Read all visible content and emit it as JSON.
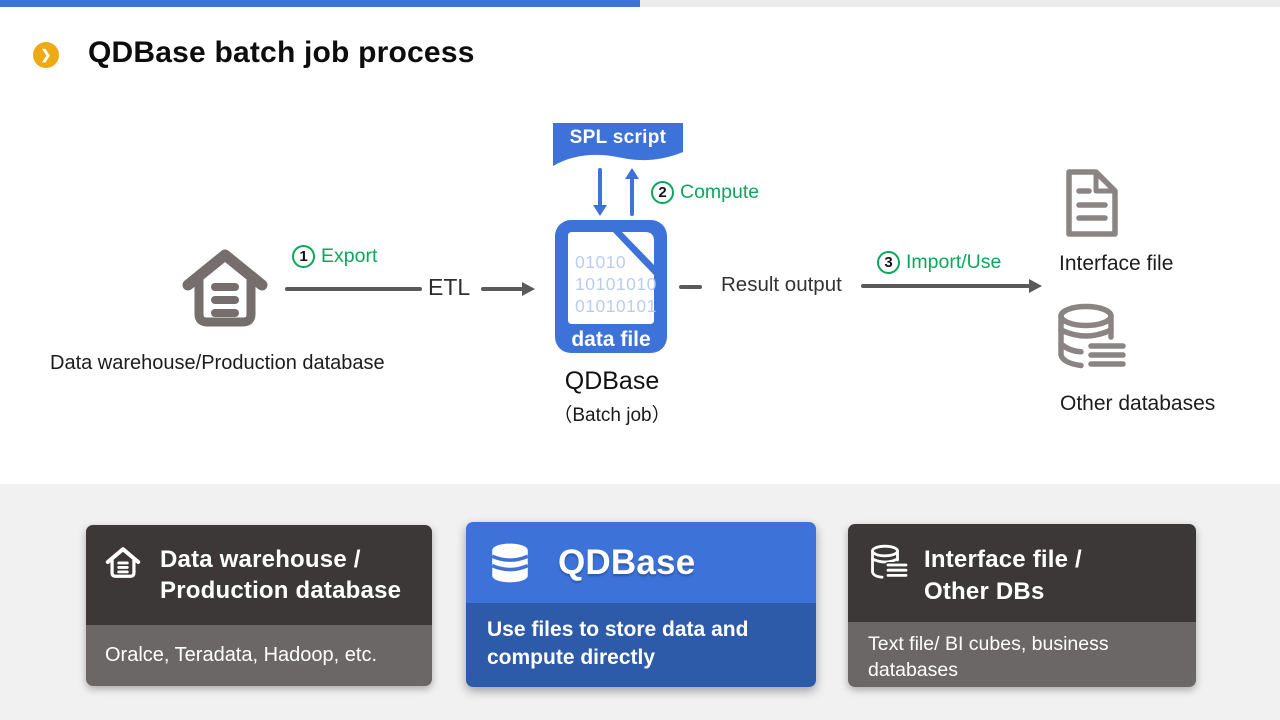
{
  "header": {
    "title": "QDBase batch job process",
    "bullet_glyph": "❯"
  },
  "diagram": {
    "spl_script": "SPL script",
    "steps": {
      "export": {
        "num": "1",
        "label": "Export"
      },
      "compute": {
        "num": "2",
        "label": "Compute"
      },
      "import_use": {
        "num": "3",
        "label": "Import/Use"
      }
    },
    "etl_label": "ETL",
    "result_output_label": "Result output",
    "warehouse_label": "Data warehouse/Production database",
    "data_file": {
      "binary": [
        "01010",
        "10101010",
        "01010101"
      ],
      "label": "data file"
    },
    "qdbase_label": "QDBase",
    "qdbase_sub": "（Batch job）",
    "interface_file_label": "Interface file",
    "other_databases_label": "Other databases"
  },
  "cards": [
    {
      "line1": "Data warehouse /",
      "line2": "Production database",
      "sub": "Oralce, Teradata, Hadoop, etc."
    },
    {
      "line1": "QDBase",
      "sub": "Use files to store data and compute directly"
    },
    {
      "line1": "Interface file /",
      "line2": "Other DBs",
      "sub": "Text file/ BI cubes, business databases"
    }
  ],
  "colors": {
    "accent_blue": "#3d73d9",
    "accent_blue_dark": "#2e5ba9",
    "green": "#0ba75a",
    "dark_card": "#3b3837",
    "card_sub_gray": "#6b6767",
    "yellow_bullet": "#edaa13",
    "arrow_gray": "#5a5a5a"
  }
}
